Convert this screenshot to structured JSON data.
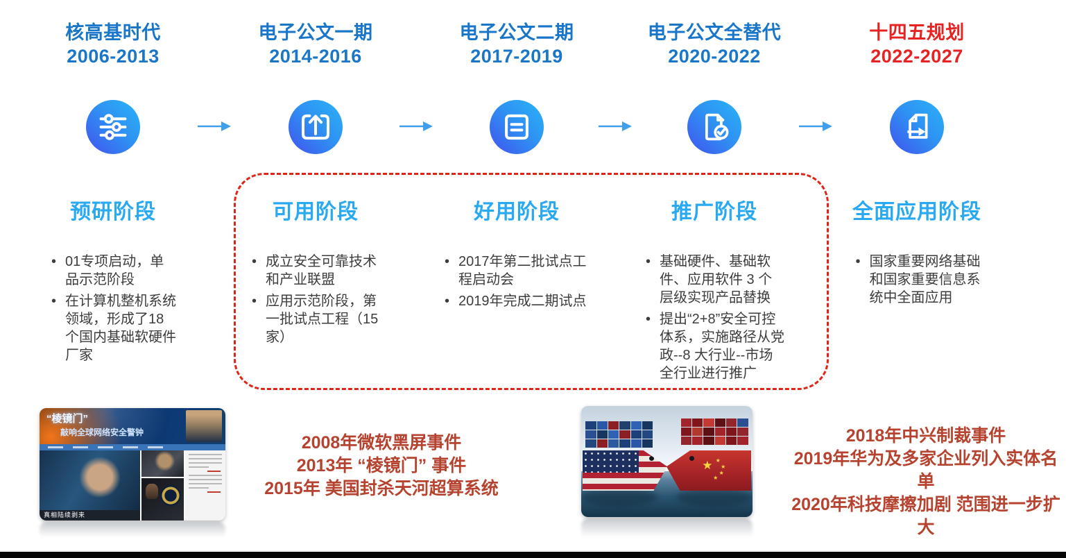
{
  "colors": {
    "era_blue": "#1976c8",
    "era_red": "#e62222",
    "phase_cyan": "#29a9f1",
    "event_red": "#b5432f",
    "dashed_red": "#e02417",
    "icon_gradient": [
      "#2bb3f7",
      "#4152ee"
    ],
    "arrow_blue": "#3f9fea"
  },
  "timeline": {
    "stages": [
      {
        "era_title": "核高基时代",
        "era_years": "2006-2013",
        "phase_title": "预研阶段",
        "icon": "sliders-icon",
        "bullets": [
          "01专项启动，单品示范阶段",
          "在计算机整机系统领域，形成了18个国内基础软硬件厂家"
        ]
      },
      {
        "era_title": "电子公文一期",
        "era_years": "2014-2016",
        "phase_title": "可用阶段",
        "icon": "upload-box-icon",
        "bullets": [
          "成立安全可靠技术和产业联盟",
          "应用示范阶段，第一批试点工程（15家）"
        ]
      },
      {
        "era_title": "电子公文二期",
        "era_years": "2017-2019",
        "phase_title": "好用阶段",
        "icon": "document-lines-icon",
        "bullets": [
          "2017年第二批试点工程启动会",
          "2019年完成二期试点"
        ]
      },
      {
        "era_title": "电子公文全替代",
        "era_years": "2020-2022",
        "phase_title": "推广阶段",
        "icon": "document-check-icon",
        "bullets": [
          "基础硬件、基础软件、应用软件 3 个层级实现产品替换",
          "提出“2+8”安全可控体系，实施路径从党政--8 大行业--市场全行业进行推广"
        ]
      },
      {
        "era_title": "十四五规划",
        "era_years": "2022-2027",
        "phase_title": "全面应用阶段",
        "icon": "document-export-icon",
        "bullets": [
          "国家重要网络基础和国家重要信息系统中全面应用"
        ]
      }
    ]
  },
  "events": {
    "left": [
      "2008年微软黑屏事件",
      "2013年 “棱镜门” 事件",
      "2015年 美国封杀天河超算系统"
    ],
    "right": [
      "2018年中兴制裁事件",
      "2019年华为及多家企业列入实体名单",
      "2020年科技摩擦加剧 范围进一步扩大"
    ]
  },
  "prism_collage": {
    "headline": "“棱镜门”",
    "subheadline": "敲响全球网络安全警钟",
    "caption": "真相陆续剥来"
  }
}
